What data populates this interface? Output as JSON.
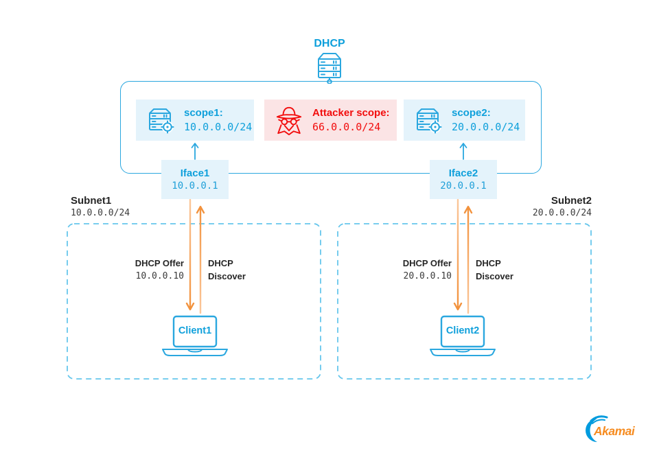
{
  "colors": {
    "blue": "#0FA0DB",
    "blue_stroke": "#2AA7DF",
    "blue_light_bg": "#E4F3FB",
    "dashed_blue": "#66C6EC",
    "red": "#F20D0D",
    "red_light_bg": "#FBE4E5",
    "orange_arrow_dark": "#F2913B",
    "orange_arrow_light": "#FBC79B",
    "dark_text": "#262626",
    "akamai_orange": "#F68B1F",
    "akamai_blue": "#009BDE"
  },
  "dhcp": {
    "label": "DHCP"
  },
  "scopes": [
    {
      "id": "scope1",
      "label": "scope1:",
      "cidr": "10.0.0.0/24",
      "type": "normal",
      "icon": "server-target-icon"
    },
    {
      "id": "attacker-scope",
      "label": "Attacker scope:",
      "cidr": "66.0.0.0/24",
      "type": "attacker",
      "icon": "spy-icon"
    },
    {
      "id": "scope2",
      "label": "scope2:",
      "cidr": "20.0.0.0/24",
      "type": "normal",
      "icon": "server-target-icon"
    }
  ],
  "interfaces": [
    {
      "name": "Iface1",
      "ip": "10.0.0.1"
    },
    {
      "name": "Iface2",
      "ip": "20.0.0.1"
    }
  ],
  "subnets": [
    {
      "name": "Subnet1",
      "cidr": "10.0.0.0/24",
      "offer_label": "DHCP Offer",
      "offer_ip": "10.0.0.10",
      "discover_line1": "DHCP",
      "discover_line2": "Discover",
      "client": "Client1"
    },
    {
      "name": "Subnet2",
      "cidr": "20.0.0.0/24",
      "offer_label": "DHCP Offer",
      "offer_ip": "20.0.0.10",
      "discover_line1": "DHCP",
      "discover_line2": "Discover",
      "client": "Client2"
    }
  ],
  "branding": {
    "logo_text": "Akamai"
  }
}
